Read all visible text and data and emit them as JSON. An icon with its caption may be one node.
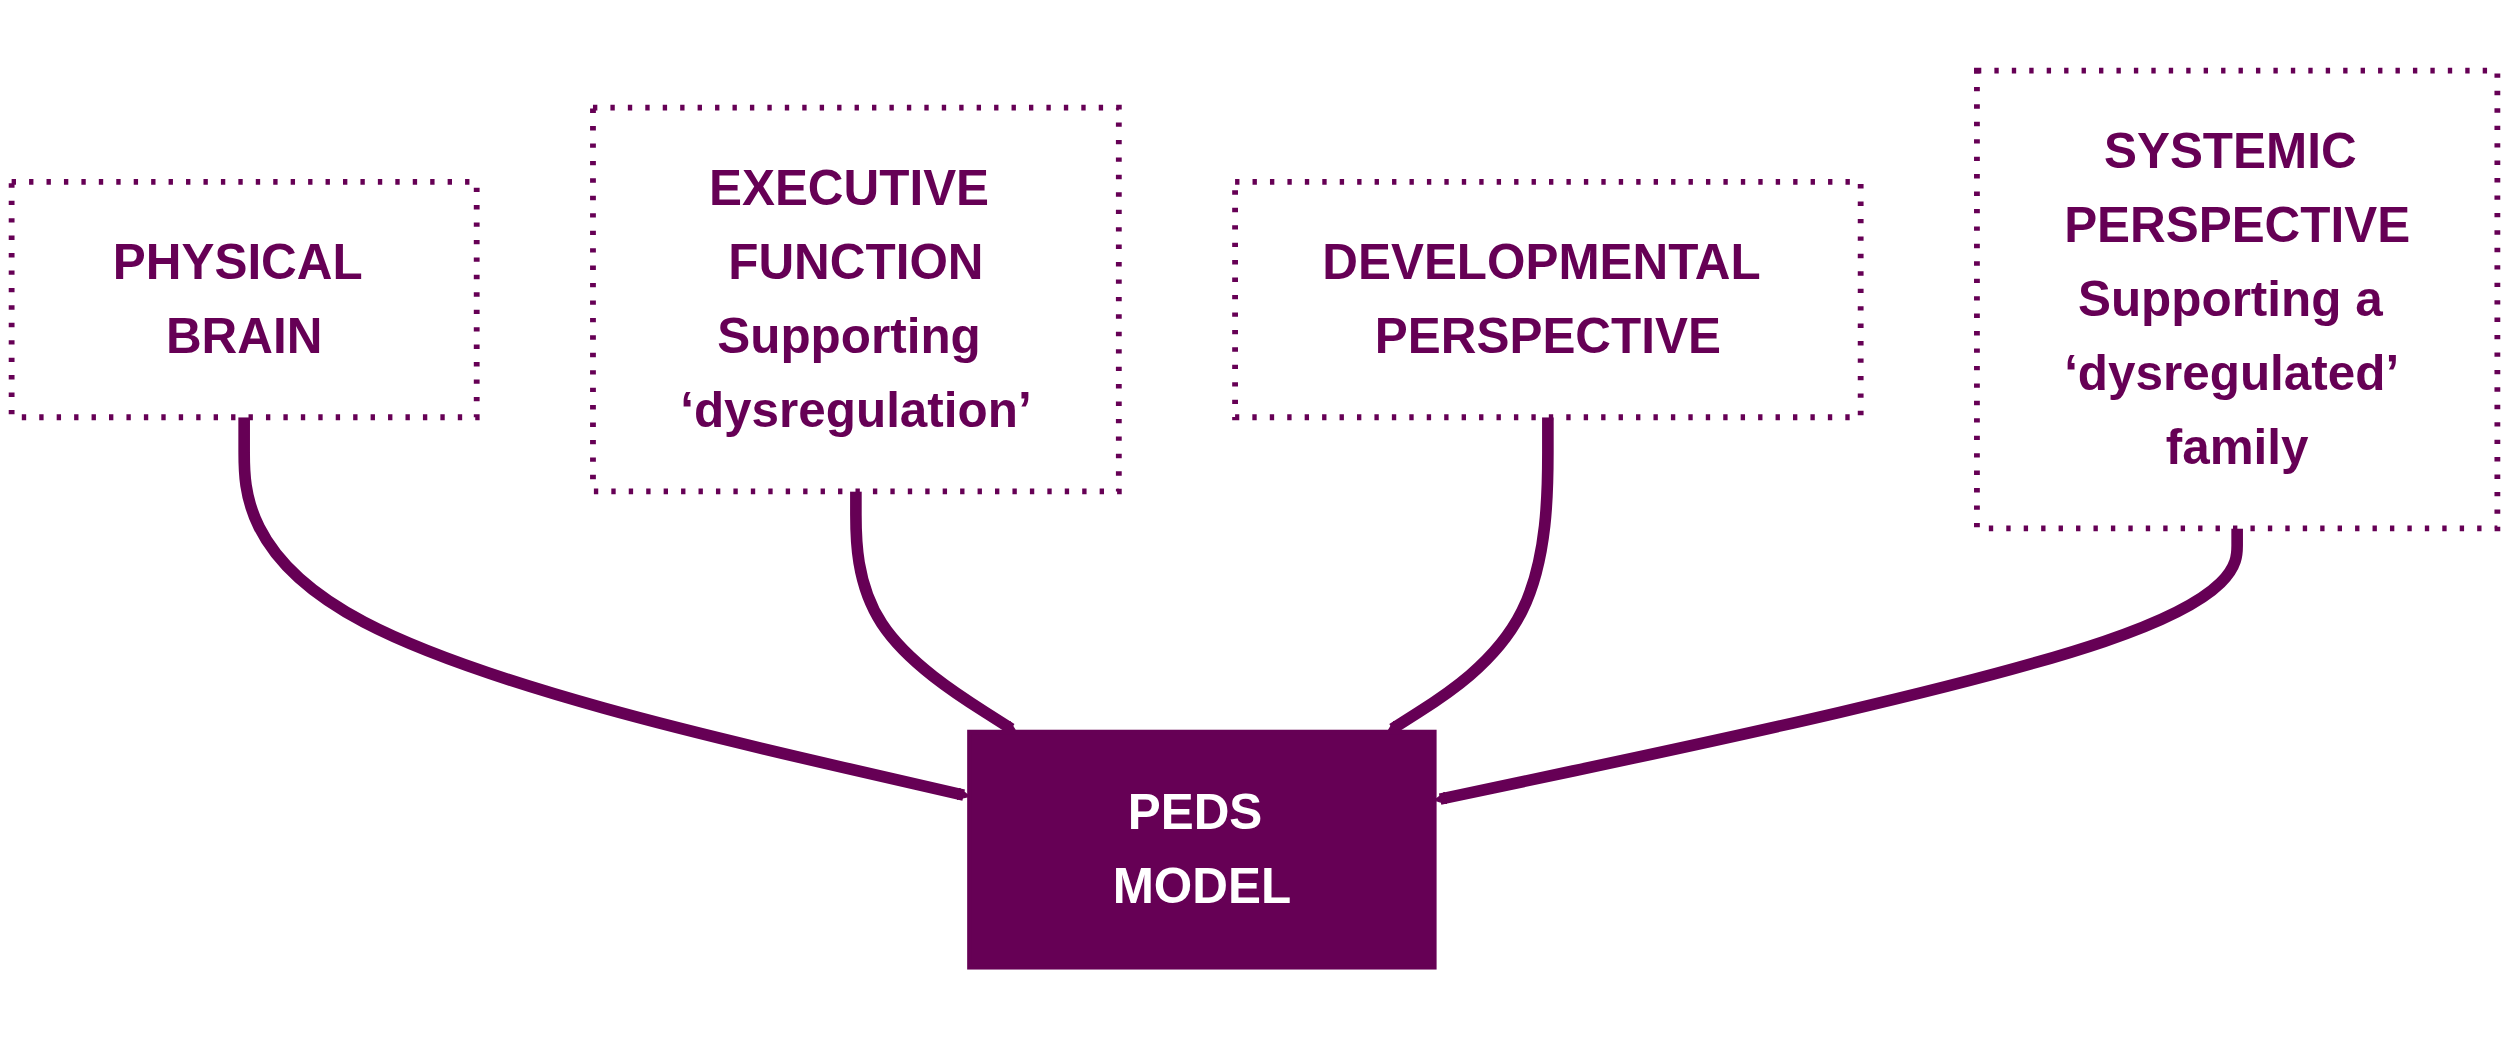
{
  "diagram": {
    "nodes": [
      {
        "text": [
          "PHYSICAL BRAIN"
        ]
      },
      {
        "text": [
          "EXECUTIVE FUNCTION",
          "Supporting ‘dysregulation’"
        ]
      },
      {
        "text": [
          "DEVELOPMENTAL PERSPECTIVE"
        ]
      },
      {
        "text": [
          "SYSTEMIC PERSPECTIVE",
          "Supporting a ‘dysregulated’ family"
        ]
      },
      {
        "text": [
          "PEDS MODEL"
        ]
      }
    ],
    "edges": [
      {
        "from": 0,
        "to": 4,
        "arrow": "to"
      },
      {
        "from": 1,
        "to": 4,
        "arrow": "to"
      },
      {
        "from": 2,
        "to": 4,
        "arrow": "to"
      },
      {
        "from": 3,
        "to": 4,
        "arrow": "to"
      }
    ]
  }
}
